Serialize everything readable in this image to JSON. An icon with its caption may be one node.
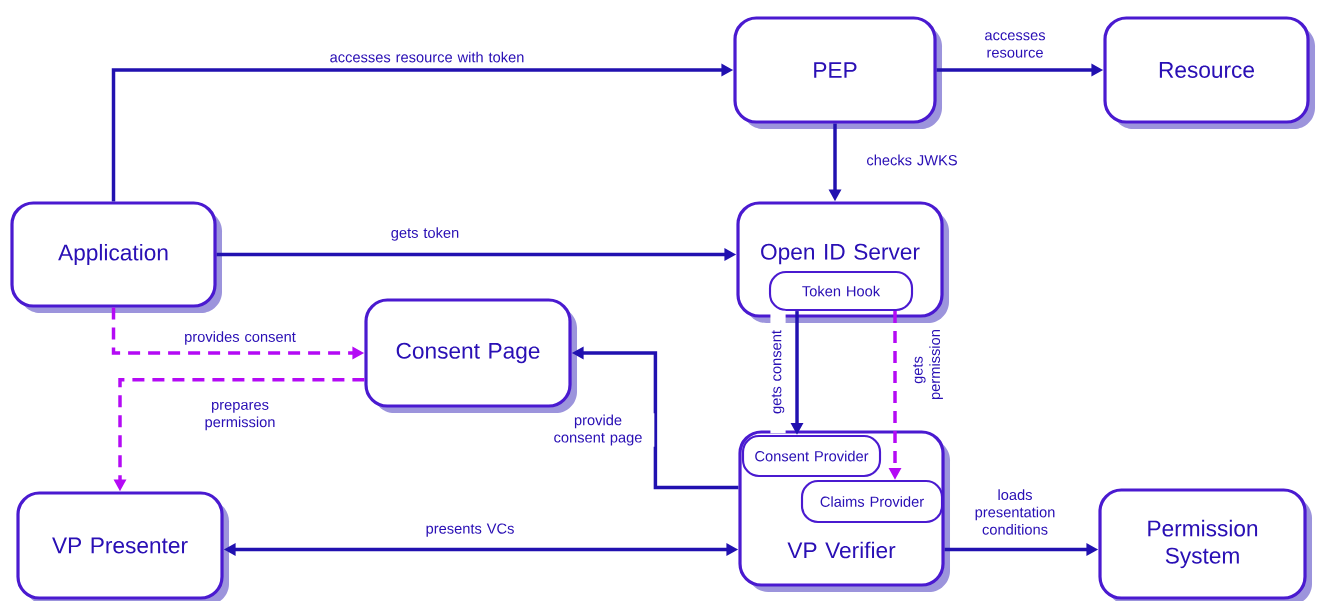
{
  "diagram": {
    "nodes": [
      {
        "text": [
          "PEP"
        ]
      },
      {
        "text": [
          "Resource"
        ]
      },
      {
        "text": [
          "Application"
        ]
      },
      {
        "text": [
          "Open ID Server"
        ]
      },
      {
        "text": [
          "Token Hook"
        ],
        "in": 3
      },
      {
        "text": [
          "Consent Page"
        ]
      },
      {
        "text": [
          "VP Presenter"
        ]
      },
      {
        "text": [
          "VP Verifier"
        ]
      },
      {
        "text": [
          "Consent Provider"
        ],
        "in": 7
      },
      {
        "text": [
          "Claims Provider"
        ],
        "in": 7
      },
      {
        "text": [
          "Permission System"
        ]
      }
    ],
    "edges": [
      {
        "from": 2,
        "to": 0,
        "arrow": "to",
        "label": "accesses resource with token"
      },
      {
        "from": 0,
        "to": 1,
        "arrow": "to",
        "label": "accesses resource"
      },
      {
        "from": 0,
        "to": 3,
        "arrow": "to",
        "label": "checks JWKS"
      },
      {
        "from": 2,
        "to": 3,
        "arrow": "to",
        "label": "gets token"
      },
      {
        "from": 2,
        "to": 5,
        "arrow": "to",
        "label": "provides consent",
        "style": "dashed",
        "color": "#b40af5"
      },
      {
        "from": 5,
        "to": 6,
        "arrow": "to",
        "label": "prepares permission",
        "style": "dashed",
        "color": "#b40af5"
      },
      {
        "from": 7,
        "to": 5,
        "arrow": "to",
        "label": "provide consent page"
      },
      {
        "from": 4,
        "to": 8,
        "arrow": "to",
        "label": "gets consent"
      },
      {
        "from": 4,
        "to": 9,
        "arrow": "to",
        "label": "gets permission",
        "style": "dashed",
        "color": "#b40af5"
      },
      {
        "from": 7,
        "to": 6,
        "arrow": "both",
        "label": "presents VCs"
      },
      {
        "from": 7,
        "to": 10,
        "arrow": "to",
        "label": "loads presentation conditions"
      }
    ]
  }
}
